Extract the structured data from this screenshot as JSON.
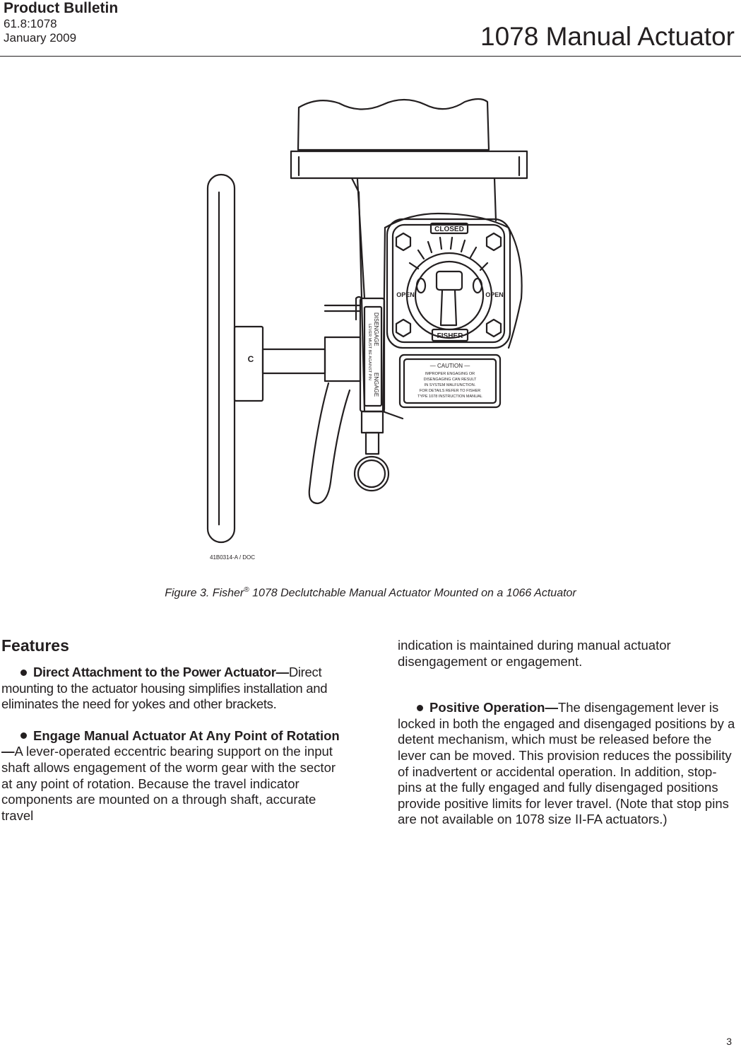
{
  "header": {
    "title": "Product Bulletin",
    "doc_number": "61.8:1078",
    "date": "January 2009",
    "product": "1078 Manual Actuator"
  },
  "figure": {
    "plate_closed": "CLOSED",
    "plate_open_left": "OPEN",
    "plate_open_right": "OPEN",
    "brand_plate": "FISHER",
    "lever_disengage": "DISENGAGE",
    "lever_engage": "ENGAGE",
    "lever_note": "LEVER MUST BE AGAINST PIN",
    "caution_title": "— CAUTION —",
    "caution_lines": [
      "IMPROPER ENGAGING OR",
      "DISENGAGING CAN RESULT",
      "IN SYSTEM MALFUNCTION.",
      "FOR DETAILS REFER TO FISHER",
      "TYPE 1078 INSTRUCTION MANUAL"
    ],
    "handwheel_mark": "C",
    "drawing_code": "41B0314-A / DOC",
    "caption_prefix": "Figure 3. Fisher",
    "caption_reg": "®",
    "caption_rest": " 1078 Declutchable Manual Actuator Mounted on a 1066 Actuator"
  },
  "features": {
    "title": "Features",
    "items": [
      {
        "lead": "Direct Attachment to the Power Actuator—",
        "text": "Direct mounting to the actuator housing simplifies installation and eliminates the need for yokes and other brackets."
      },
      {
        "lead": "Engage Manual Actuator At Any Point of Rotation—",
        "text": "A lever-operated eccentric bearing support on the input shaft allows engagement of the worm gear with the sector at any point of rotation. Because the travel indicator components are mounted on a through shaft, accurate travel"
      }
    ],
    "continued_text": "indication is maintained during manual actuator disengagement or engagement.",
    "item3": {
      "lead": "Positive Operation—",
      "text": "The disengagement lever is locked in both the engaged and disengaged positions by a detent mechanism, which must be released before the lever can be moved. This provision reduces the possibility of inadvertent or accidental operation. In addition, stop-pins at the fully engaged and fully disengaged positions provide positive limits for lever travel. (Note that stop pins are not available on 1078 size II-FA actuators.)"
    }
  },
  "page_number": "3"
}
